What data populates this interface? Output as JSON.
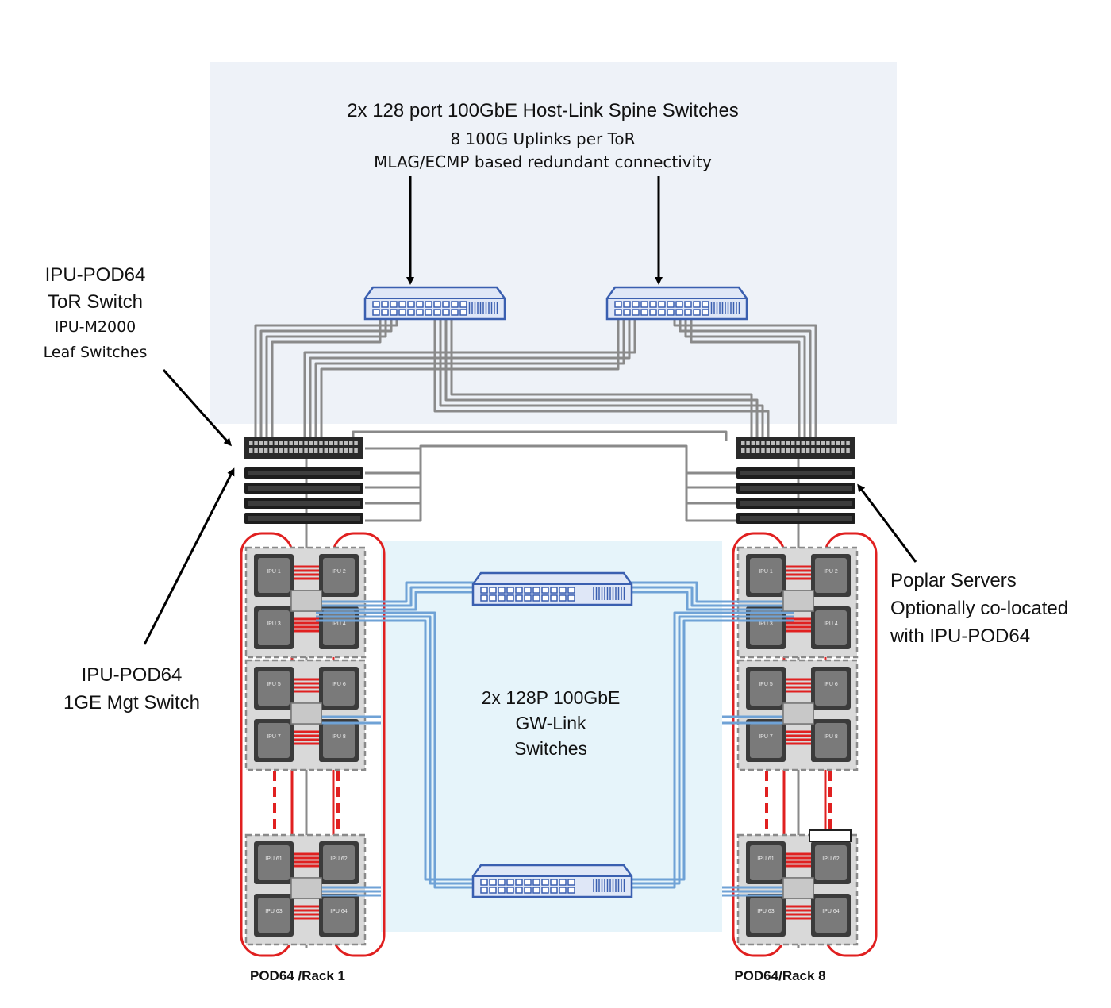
{
  "spine": {
    "title": "2x 128 port 100GbE Host-Link Spine Switches",
    "line2": "8 100G Uplinks per ToR",
    "line3": "MLAG/ECMP based redundant connectivity"
  },
  "tor_label": {
    "line1": "IPU-POD64",
    "line2": "ToR Switch",
    "line3": "IPU-M2000",
    "line4": "Leaf Switches"
  },
  "mgt_label": {
    "line1": "IPU-POD64",
    "line2": "1GE Mgt Switch"
  },
  "poplar_label": {
    "line1": "Poplar Servers",
    "line2": "Optionally co-located",
    "line3": "with IPU-POD64"
  },
  "gw_label": {
    "line1": "2x 128P 100GbE",
    "line2": "GW-Link",
    "line3": "Switches"
  },
  "racks": [
    {
      "label": "POD64 /Rack 1"
    },
    {
      "label": "POD64/Rack 8"
    }
  ],
  "ipu_names": {
    "m1": [
      "IPU 1",
      "IPU 2",
      "IPU 3",
      "IPU 4"
    ],
    "m2": [
      "IPU 5",
      "IPU 6",
      "IPU 7",
      "IPU 8"
    ],
    "m16": [
      "IPU 61",
      "IPU 62",
      "IPU 63",
      "IPU 64"
    ]
  },
  "colors": {
    "spine_panel": "#eef2f8",
    "gw_panel": "#e6f4fa",
    "gray_link": "#8a8a8a",
    "blue_link": "#6fa2d6",
    "red_link": "#e02020",
    "switch_blue": "#3a5fb0",
    "ipu_fill": "#7a7a7a"
  }
}
